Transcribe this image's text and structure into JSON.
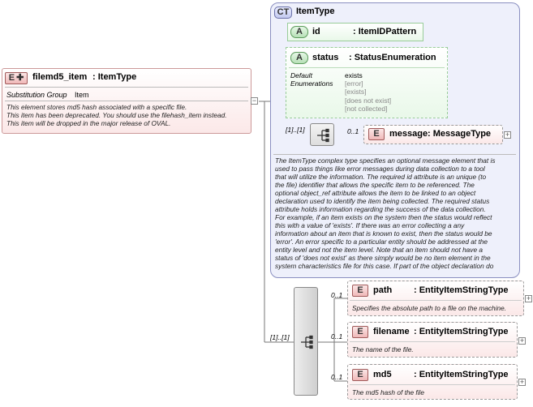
{
  "root": {
    "badge": "E",
    "name": "filemd5_item",
    "type": ": ItemType",
    "substitution_label": "Substitution Group",
    "substitution_value": "Item",
    "doc": [
      "This element stores md5 hash associated with a specific file.",
      "This item has been deprecated. You should use the filehash_item instead.",
      "This item will be dropped in the major release of OVAL."
    ]
  },
  "complex_type": {
    "badge": "CT",
    "name": "ItemType",
    "attr_id": {
      "badge": "A",
      "name": "id",
      "type": ": ItemIDPattern"
    },
    "attr_status": {
      "badge": "A",
      "name": "status",
      "type": ": StatusEnumeration",
      "default_label": "Default",
      "enum_label": "Enumerations",
      "default_value": "exists",
      "enumerations": [
        "[error]",
        "[exists]",
        "[does not exist]",
        "[not collected]"
      ]
    },
    "seq_cardinality": "[1]..[1]",
    "message": {
      "badge": "E",
      "cardinality": "0..1",
      "name": "message",
      "type": ": MessageType"
    },
    "doc": [
      "The ItemType complex type specifies an optional message element that is",
      "used to pass things like error messages during data collection to a tool",
      "that will utilize the information. The required id attribute is an unique (to",
      "the file) identifier that allows the specific item to be referenced. The",
      "optional object_ref attribute allows the item to be linked to an object",
      "declaration used to identify the item being collected. The required status",
      "attribute holds information regarding the success of the data collection.",
      "For example, if an item exists on the system then the status would reflect",
      "this with a value of 'exists'. If there was an error collecting a any",
      "information about an item that is known to exist, then the status would be",
      "'error'. An error specific to a particular entity should be addressed at the",
      "entity level and not the item level. Note that an item should not have a",
      "status of 'does not exist' as there simply would be no item element in the",
      "system characteristics file for this case. If part of the object declaration do"
    ]
  },
  "sequence": {
    "cardinality": "[1]..[1]",
    "elements": [
      {
        "badge": "E",
        "cardinality": "0..1",
        "name": "path",
        "type": ": EntityItemStringType",
        "doc": "Specifies the absolute path to a file on the machine."
      },
      {
        "badge": "E",
        "cardinality": "0..1",
        "name": "filename",
        "type": ": EntityItemStringType",
        "doc": "The name of the file."
      },
      {
        "badge": "E",
        "cardinality": "0..1",
        "name": "md5",
        "type": ": EntityItemStringType",
        "doc": "The md5 hash of the file"
      }
    ]
  },
  "colors": {
    "element_fill": "#fbe8e8",
    "attribute_fill": "#e9f8e9",
    "complex_type_fill": "#eef0fb",
    "complex_type_border": "#8a8fc0",
    "line": "#777777"
  }
}
